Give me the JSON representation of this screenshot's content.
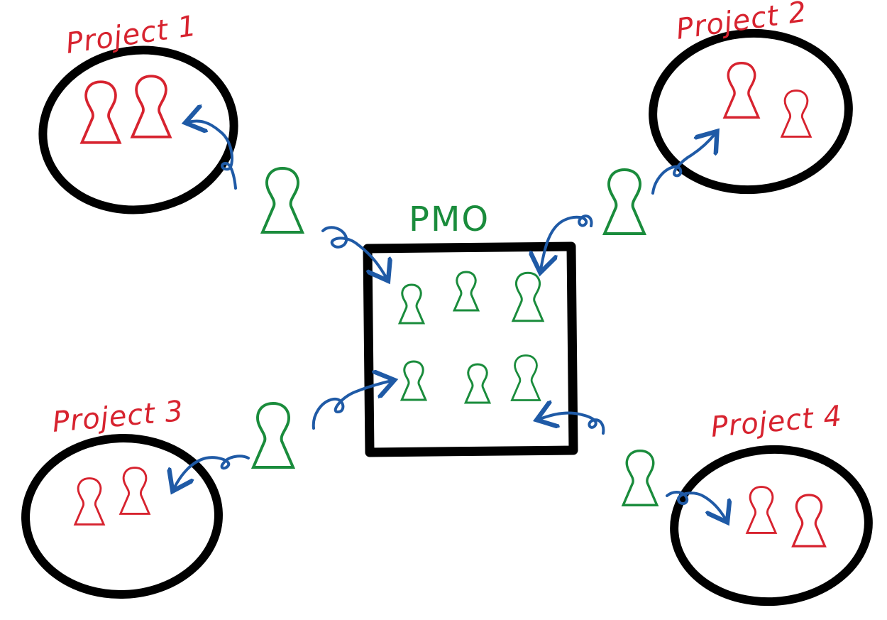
{
  "colors": {
    "outline": "#000000",
    "project_member": "#d7232f",
    "pmo_member": "#1a8c3c",
    "arrow": "#1f5aa6",
    "background": "#ffffff",
    "label_red": "#d7232f",
    "label_green": "#1a8c3c"
  },
  "pmo": {
    "label": "PMO"
  },
  "projects": [
    {
      "label": "Project 1"
    },
    {
      "label": "Project 2"
    },
    {
      "label": "Project 3"
    },
    {
      "label": "Project 4"
    }
  ],
  "icons": {
    "person": "keyhole-person-icon",
    "arrow": "curly-arrow-icon"
  }
}
